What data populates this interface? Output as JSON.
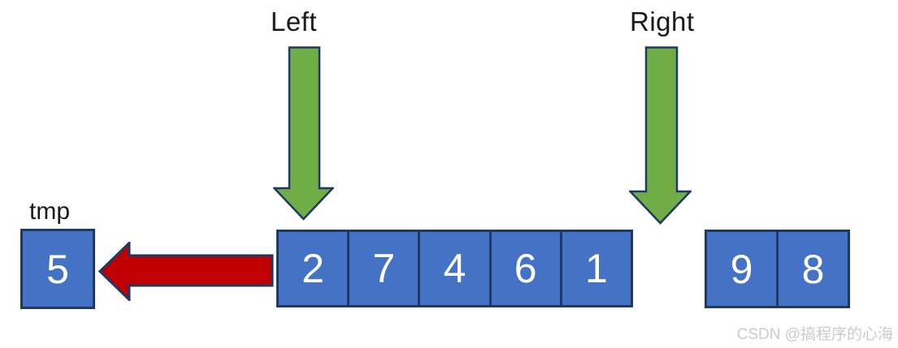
{
  "labels": {
    "left_pointer": "Left",
    "right_pointer": "Right",
    "tmp": "tmp"
  },
  "tmp_box": {
    "value": "5"
  },
  "main_array": {
    "values": [
      "2",
      "7",
      "4",
      "6",
      "1"
    ]
  },
  "right_array": {
    "values": [
      "9",
      "8"
    ]
  },
  "icons": {
    "left_pointer_arrow": "green-down-arrow",
    "right_pointer_arrow": "green-down-arrow",
    "move_arrow": "red-left-arrow"
  },
  "watermark": "CSDN @搞程序的心海",
  "colors": {
    "box-fill": "#4472C4",
    "box-border": "#1F3864",
    "arrow-green": "#70AD47",
    "arrow-red": "#C00000",
    "arrow-border": "#1F3864",
    "label-text": "#1A1A1A",
    "cell-text": "#FFFFFF",
    "watermark-text": "#CBCBCB"
  }
}
